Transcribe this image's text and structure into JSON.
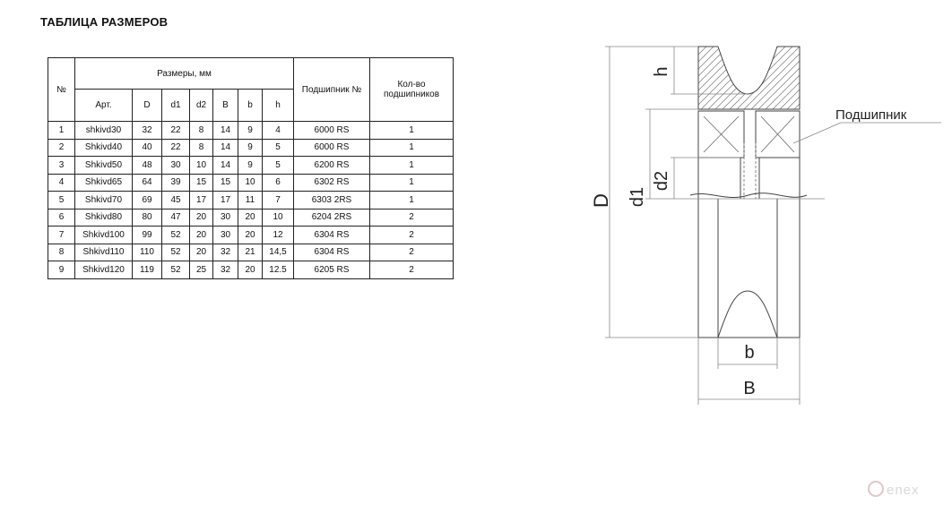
{
  "title": "ТАБЛИЦА РАЗМЕРОВ",
  "table": {
    "no_header": "№",
    "dims_header": "Размеры, мм",
    "bearing_header": "Подшипник №",
    "qty_header": "Кол-во подшипников",
    "sub_headers": [
      "Арт.",
      "D",
      "d1",
      "d2",
      "B",
      "b",
      "h"
    ],
    "rows": [
      [
        "1",
        "shkivd30",
        "32",
        "22",
        "8",
        "14",
        "9",
        "4",
        "6000 RS",
        "1"
      ],
      [
        "2",
        "Shkivd40",
        "40",
        "22",
        "8",
        "14",
        "9",
        "5",
        "6000 RS",
        "1"
      ],
      [
        "3",
        "Shkivd50",
        "48",
        "30",
        "10",
        "14",
        "9",
        "5",
        "6200 RS",
        "1"
      ],
      [
        "4",
        "Shkivd65",
        "64",
        "39",
        "15",
        "15",
        "10",
        "6",
        "6302 RS",
        "1"
      ],
      [
        "5",
        "Shkivd70",
        "69",
        "45",
        "17",
        "17",
        "11",
        "7",
        "6303 2RS",
        "1"
      ],
      [
        "6",
        "Shkivd80",
        "80",
        "47",
        "20",
        "30",
        "20",
        "10",
        "6204 2RS",
        "2"
      ],
      [
        "7",
        "Shkivd100",
        "99",
        "52",
        "20",
        "30",
        "20",
        "12",
        "6304 RS",
        "2"
      ],
      [
        "8",
        "Shkivd110",
        "110",
        "52",
        "20",
        "32",
        "21",
        "14,5",
        "6304 RS",
        "2"
      ],
      [
        "9",
        "Shkivd120",
        "119",
        "52",
        "25",
        "32",
        "20",
        "12.5",
        "6205 RS",
        "2"
      ]
    ]
  },
  "drawing": {
    "label_D": "D",
    "label_d1": "d1",
    "label_d2": "d2",
    "label_h": "h",
    "label_b": "b",
    "label_B": "B",
    "label_bearing": "Подшипник"
  },
  "watermark": "enex"
}
